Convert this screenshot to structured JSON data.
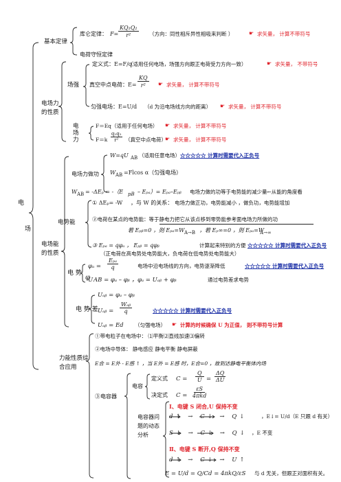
{
  "root_label": "电场",
  "basic_law": {
    "label": "基本定律",
    "coulomb_label": "库仑定律：",
    "coulomb_F": "F=",
    "coulomb_num": "KQ₁Q₂",
    "coulomb_den": "r²",
    "coulomb_note": "（方向：同性相斥异性相吸来判断 ）",
    "coulomb_hint": "求矢量，  计算不带符号",
    "conservation": "电荷守恒定律"
  },
  "force_props": {
    "label1": "电场力",
    "label2": "的性质",
    "field_label": "场强",
    "def_label": "定义式：E=F/q",
    "def_note": "（适用任何电场，场强方向跟正电荷受力方向一致）",
    "def_hint": "求矢量，  不带符号",
    "point_label": "真空中点电荷：E=",
    "point_num": "KQ",
    "point_den": "r²",
    "point_hint": "求矢量，  计算不带符号",
    "uniform_label": "匀强电场：E=U/d",
    "uniform_note": "（d 为沿电场线方向的距离）",
    "uniform_hint": "求矢量，  计算不带符号",
    "force_label1": "电",
    "force_label2": "场",
    "force_label3": "力",
    "force_eq": "F＝Eq（适用于任何电场）",
    "force_eq_hint": "求矢量，  计算不带符号",
    "force_k": "F＝k",
    "force_k_num": "q₁q₂",
    "force_k_den": "r²",
    "force_k_note": "（真空中点电荷）",
    "force_k_hint": "求矢量，  计算不带符号"
  },
  "energy_props": {
    "label1": "电场能",
    "label2": "的性质",
    "work_label": "电场力做功",
    "work_general": "W=qU",
    "work_general_sub": "AB",
    "work_general_note": "（适用任意电场）",
    "work_general_hint": "☆☆☆☆☆  计算时需要代入正负号",
    "work_uniform": "W",
    "work_uniform_sub": "AB",
    "work_uniform_rest": "=Flcos α（匀强电场）",
    "work_energy": "W",
    "work_energy_sub": "AB",
    "work_energy_rest": "= -ΔEₚ = -（E",
    "work_energy_rest2": "pB",
    "work_energy_rest3": " – Eₚₐ）= Eₚₐ–Eₚᵦ",
    "work_energy_note": "电场力做的功等于电势能的减少量←从能的角度看",
    "pe_label": "电势能",
    "pe_item1": "① ΔEₚ= -W",
    "pe_item1_b": "，与 W 的关系：",
    "pe_item1_note": "电场力做正功，电势能减小 ，做负功，电势能增加",
    "pe_item2": "②电荷在某点的电势能：等于静电力把它从该点移到零势能参考面电场力所做的功",
    "pe_item2_b": "若 Eₚᵦ=0 ，则 Eₚₐ=W",
    "pe_item2_b_sub": "A→B",
    "pe_item2_c": "，若 Eₚ∞=0 ，则 Eₚₐ=W",
    "pe_item2_c_sub": "A→∞",
    "pe_item3": "③  Eₚₐ = qφₐ ，      Eₚᵦ = qφᵦ",
    "pe_item3_note": "计算起来特别的方便",
    "pe_item3_hint": "☆☆☆☆☆ 计算时需要代入正负号",
    "pe_item3_sub": "（正电荷在高电势处电势能大，负电荷在低电势处电势能大）",
    "potential_label": "电 势",
    "potential_symbol": "φ",
    "potential_def": "φₐ =",
    "potential_def_num": "Eₚₐ",
    "potential_def_den": "q",
    "potential_def_note": "电场中沿电场线的方向，电势逐渐降低",
    "potential_def_hint": "☆☆☆☆☆ 计算时需要代入正负号",
    "potential_rel": "U",
    "potential_rel_rest": "AB = φₐ – φᵦ ，φₐ = Uₐᵦ + φᵦ",
    "potential_rel_note": "通过电势差求电势",
    "diff_label": "电 势 差",
    "diff_a": "Uₐᵦ = φₐ – φᵦ",
    "diff_b": "Uₐᵦ =",
    "diff_b_num": "Wₐᵦ",
    "diff_b_den": "q",
    "diff_b_hint": "☆☆☆☆☆  计算时需要代入正负号",
    "diff_c": "Uₐᵦ = Ed",
    "diff_c_note": "（匀强电场）",
    "diff_c_hint": "计算的时候确保 U 为正值，   则不带符号计算"
  },
  "applications": {
    "label1": "力能性质综",
    "label2": "合应用",
    "item1": "①带电粒子在电场中：  ⑴平衡⑵直线加速⑶偏转",
    "item2": "②电场中导体：   静电感应    静电平衡     静电屏蔽",
    "item2_eq": "E合 = E外 - E感 ↑ ，当 E外 = E感 时，E合=0 ，故到达静电平衡体内场",
    "item3": "③电容器",
    "cap_label": "电容",
    "cap_def": "定义式",
    "cap_def_eq": "C =",
    "cap_def_num": "Q",
    "cap_def_den": "U",
    "cap_def_eq2": "=",
    "cap_def_num2": "ΔQ",
    "cap_def_den2": "ΔU",
    "cap_dec": "决定式",
    "cap_dec_eq": "C =",
    "cap_dec_num": "εS",
    "cap_dec_den": "4πkd",
    "dyn_label1": "电容器问",
    "dyn_label2": "题的动态",
    "dyn_label3": "分析",
    "case1": "Ⅰ、电键 S 闭合,U 保持不变",
    "case1_l1": "d↑ → C↓ → Q↓",
    "case1_l1_note": "，E↓= U/d（E 只跟 d 有关）",
    "case1_l2": "S↓ → C↓ → Q↓",
    "case1_l2_note": "，E 不变",
    "case2": "Ⅱ、电键 S 断开,Q 保持不变",
    "case2_l1": "d↑ → C↓ → U↑",
    "case2_l2": "E = U/d = Q/Cd = 4πkQ/εS",
    "case2_l2_note": "与 d 无关，但跟正对面积有关。"
  }
}
